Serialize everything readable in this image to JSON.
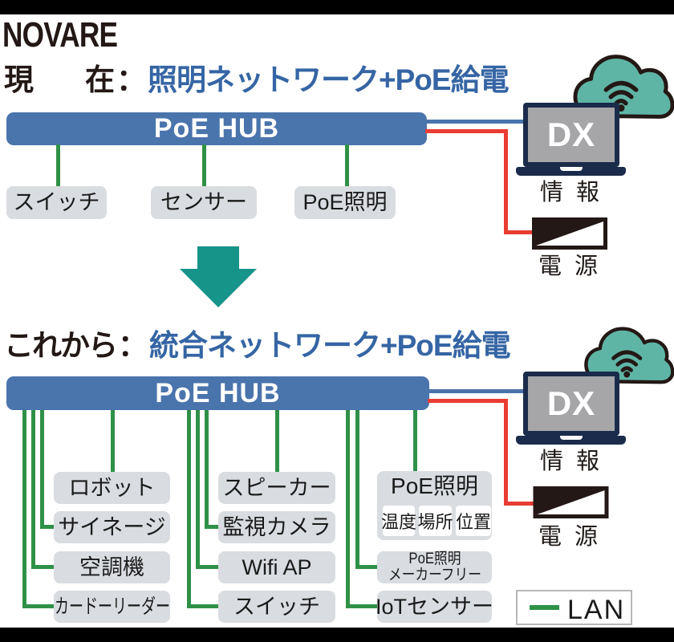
{
  "brand": "NOVARE",
  "palette": {
    "heading_blue": "#3565a4",
    "hub_blue": "#4a74ac",
    "lan_green": "#2f9148",
    "power_red": "#e93c32",
    "arrow_teal": "#16948a",
    "cloud_teal": "#5fb5a5",
    "box_gray": "#d9dce0",
    "laptop_navy": "#1b2b4b",
    "ink_black": "#231815"
  },
  "current": {
    "prefix": "現在",
    "colon": "：",
    "title": "照明ネットワーク+PoE給電",
    "hub": "PoE HUB",
    "devices": [
      "スイッチ",
      "センサー",
      "PoE照明"
    ],
    "dx": "DX",
    "info": "情 報",
    "power": "電 源"
  },
  "future": {
    "prefix": "これから",
    "colon": "：",
    "title": "統合ネットワーク+PoE給電",
    "hub": "PoE HUB",
    "col1": [
      "ロボット",
      "サイネージ",
      "空調機",
      "カードーリーダー"
    ],
    "col2": [
      "スピーカー",
      "監視カメラ",
      "Wifi AP",
      "スイッチ"
    ],
    "poe": {
      "title": "PoE照明",
      "chips": [
        "温度",
        "場所",
        "位置"
      ]
    },
    "maker": {
      "line1": "PoE照明",
      "line2": "メーカーフリー"
    },
    "iot": "IoTセンサー",
    "dx": "DX",
    "info": "情 報",
    "power": "電 源"
  },
  "legend": {
    "lan": "LAN"
  }
}
